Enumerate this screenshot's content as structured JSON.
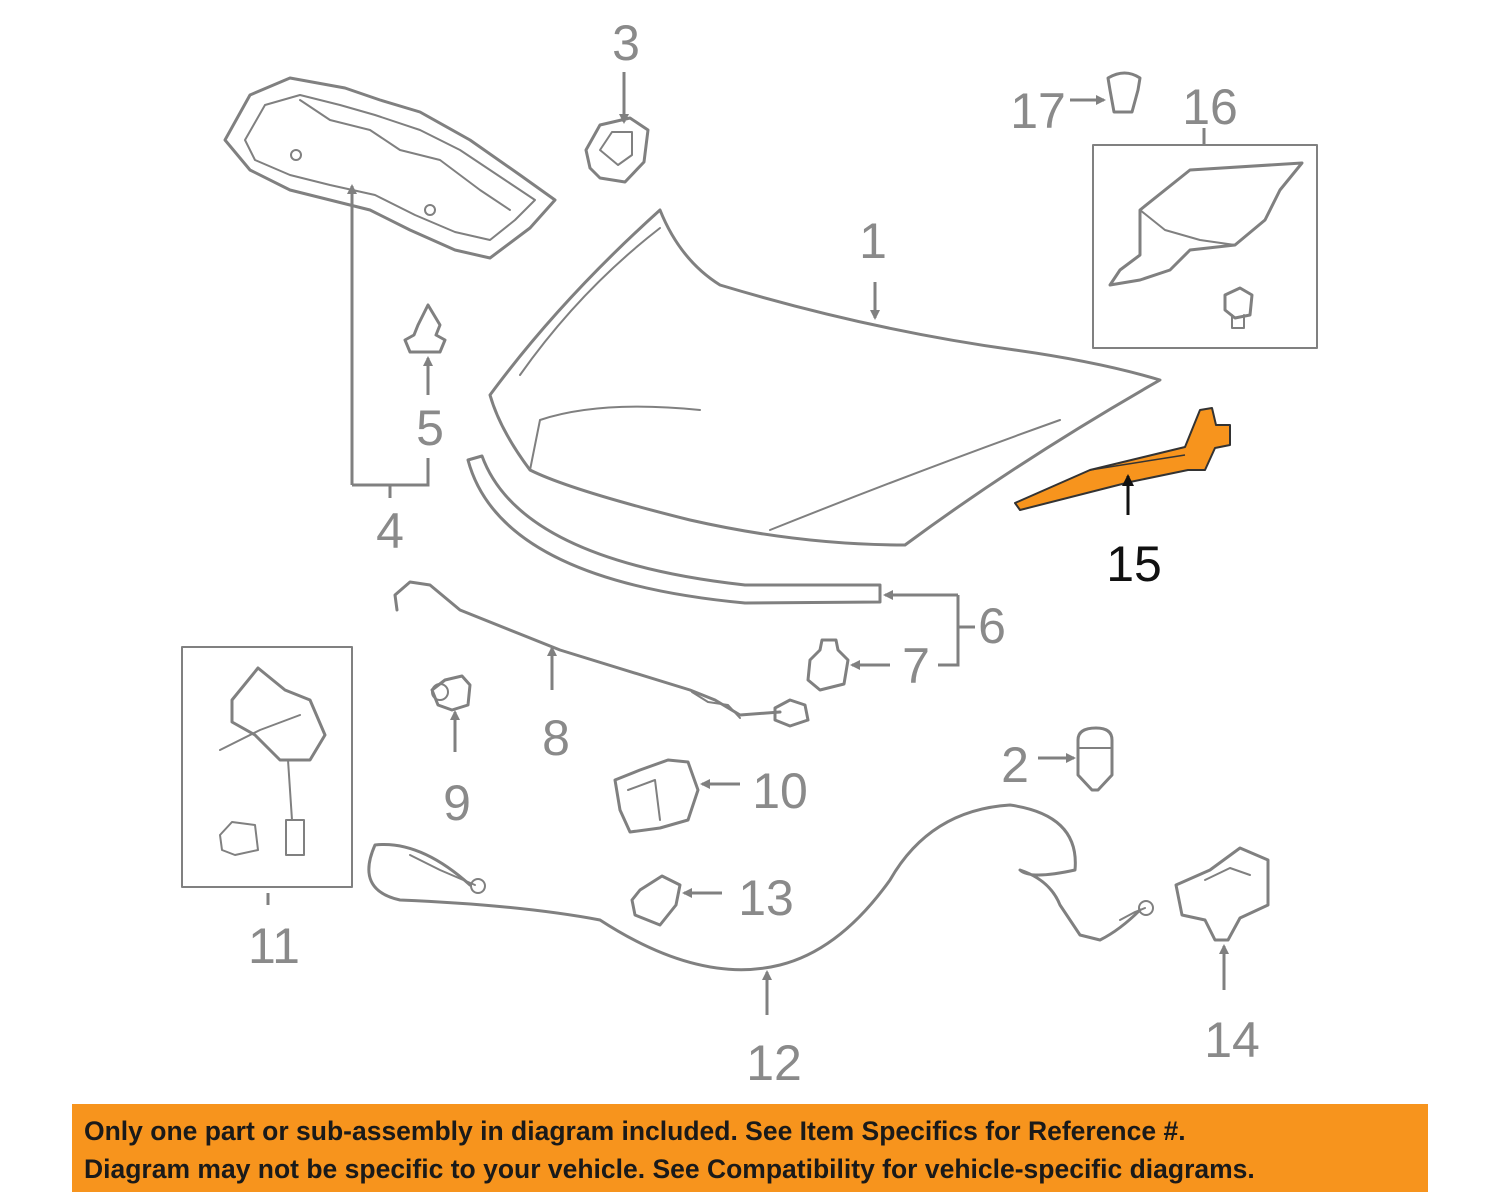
{
  "colors": {
    "highlight": "#f7941d",
    "line": "#808080",
    "banner": "#f7941d",
    "banner_text": "#1a1a1a"
  },
  "highlighted_part": "15",
  "callouts": {
    "c1": "1",
    "c2": "2",
    "c3": "3",
    "c4": "4",
    "c5": "5",
    "c6": "6",
    "c7": "7",
    "c8": "8",
    "c9": "9",
    "c10": "10",
    "c11": "11",
    "c12": "12",
    "c13": "13",
    "c14": "14",
    "c15": "15",
    "c16": "16",
    "c17": "17"
  },
  "notice": {
    "line1": "Only one part or sub-assembly in diagram included. See Item Specifics for Reference #.",
    "line2": "Diagram may not be specific to your vehicle. See Compatibility for vehicle-specific diagrams."
  }
}
